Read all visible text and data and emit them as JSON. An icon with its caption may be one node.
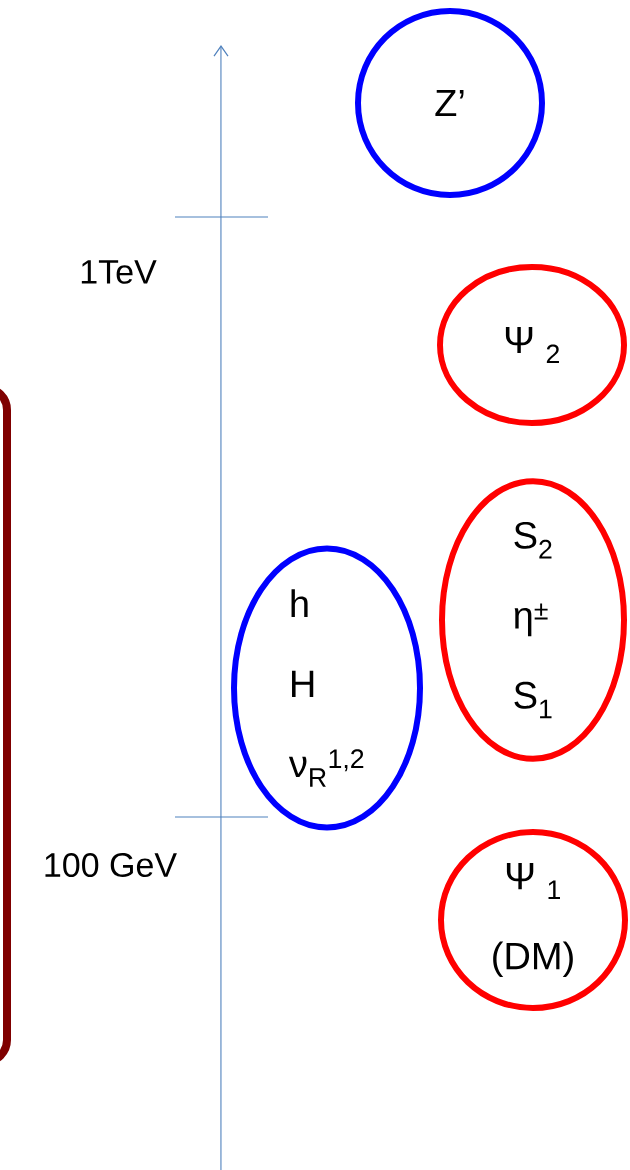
{
  "diagram": {
    "nodes": [
      {
        "text": [
          "Z’"
        ]
      },
      {
        "text": [
          "Ψ $_{2}$"
        ]
      },
      {
        "text": [
          "S$_{2}$",
          "η$^{±}$",
          "S$_{1}$"
        ]
      },
      {
        "text": [
          "h",
          "H",
          "ν$_{R}$$^{1,2}$"
        ]
      },
      {
        "text": [
          "Ψ $_{1}$",
          "(DM)"
        ]
      }
    ],
    "labels": [
      "1TeV",
      "100 GeV"
    ]
  }
}
